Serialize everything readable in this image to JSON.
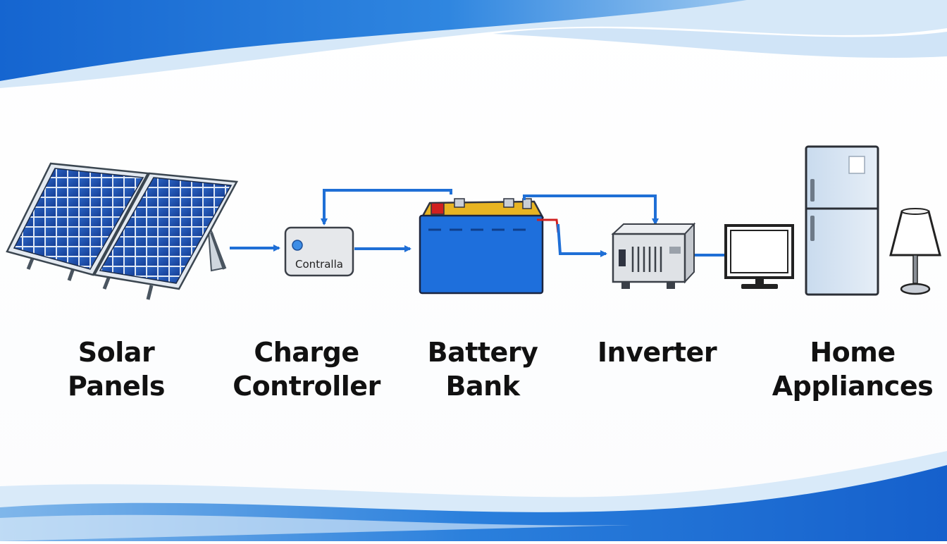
{
  "colors": {
    "accent_blue": "#1f6fd6",
    "wave_dark": "#1a6fd4",
    "wave_light": "#cfe4f7",
    "panel_cell": "#1d4fa8",
    "battery_body": "#1e6fdc",
    "battery_top": "#e8b422",
    "text": "#111111"
  },
  "components": [
    {
      "id": "solar-panels",
      "label_line1": "Solar",
      "label_line2": "Panels"
    },
    {
      "id": "charge-controller",
      "label_line1": "Charge",
      "label_line2": "Controller",
      "device_text": "Contralla"
    },
    {
      "id": "battery-bank",
      "label_line1": "Battery",
      "label_line2": "Bank"
    },
    {
      "id": "inverter",
      "label_line1": "Inverter",
      "label_line2": ""
    },
    {
      "id": "home-appliances",
      "label_line1": "Home",
      "label_line2": "Appliances"
    }
  ],
  "icons": [
    "solar-panel-icon",
    "charge-controller-icon",
    "battery-icon",
    "inverter-icon",
    "tv-monitor-icon",
    "refrigerator-icon",
    "table-lamp-icon"
  ]
}
